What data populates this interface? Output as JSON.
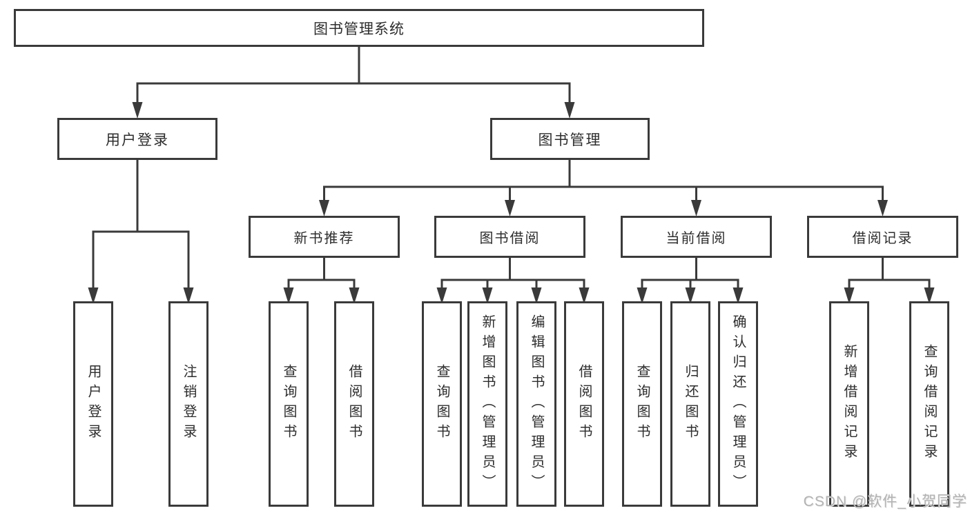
{
  "colors": {
    "line": "#3a3a3a",
    "text": "#2d2d2d",
    "background": "#ffffff",
    "watermark": "#b3b3b3"
  },
  "tree": {
    "root": {
      "label": "图书管理系统"
    },
    "children": [
      {
        "label": "用户登录",
        "leaves": [
          {
            "label": "用户登录"
          },
          {
            "label": "注销登录"
          }
        ]
      },
      {
        "label": "图书管理",
        "children": [
          {
            "label": "新书推荐",
            "leaves": [
              {
                "label": "查询图书"
              },
              {
                "label": "借阅图书"
              }
            ]
          },
          {
            "label": "图书借阅",
            "leaves": [
              {
                "label": "查询图书"
              },
              {
                "label": "新增图书（管理员）"
              },
              {
                "label": "编辑图书（管理员）"
              },
              {
                "label": "借阅图书"
              }
            ]
          },
          {
            "label": "当前借阅",
            "leaves": [
              {
                "label": "查询图书"
              },
              {
                "label": "归还图书"
              },
              {
                "label": "确认归还（管理员）"
              }
            ]
          },
          {
            "label": "借阅记录",
            "leaves": [
              {
                "label": "新增借阅记录"
              },
              {
                "label": "查询借阅记录"
              }
            ]
          }
        ]
      }
    ]
  },
  "watermark": {
    "text": "CSDN @软件_小贺同学"
  }
}
